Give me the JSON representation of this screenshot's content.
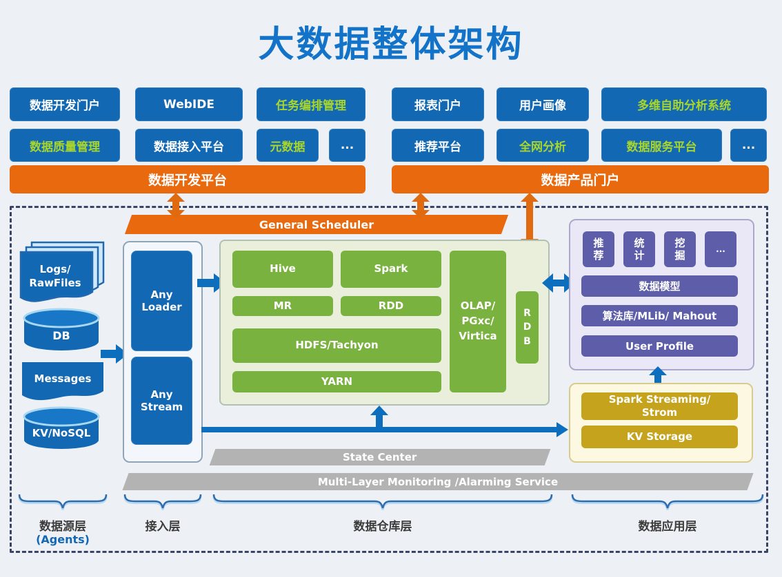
{
  "title": "大数据整体架构",
  "palette": {
    "title_blue": "#1273c8",
    "box_blue": "#1368b4",
    "accent_text_green": "#a8d62a",
    "orange": "#e8690e",
    "arrow_blue": "#0d6ebe",
    "warehouse_green": "#79b23f",
    "warehouse_bg": "#e9efda",
    "app_purple": "#5d5da9",
    "app_bg": "#eae8f6",
    "realtime_gold": "#c6a31d",
    "realtime_bg": "#fdf8e2",
    "service_gray": "#b3b3b3"
  },
  "dev_group": {
    "bar": "数据开发平台",
    "row1": [
      {
        "label": "数据开发门户"
      },
      {
        "label": "WebIDE"
      },
      {
        "label": "任务编排管理"
      }
    ],
    "row2": [
      {
        "label": "数据质量管理"
      },
      {
        "label": "数据接入平台"
      },
      {
        "label": "元数据"
      },
      {
        "label": "..."
      }
    ]
  },
  "product_group": {
    "bar": "数据产品门户",
    "row1": [
      {
        "label": "报表门户"
      },
      {
        "label": "用户画像"
      },
      {
        "label": "多维自助分析系统"
      }
    ],
    "row2": [
      {
        "label": "推荐平台"
      },
      {
        "label": "全网分析"
      },
      {
        "label": "数据服务平台"
      },
      {
        "label": "..."
      }
    ]
  },
  "scheduler": "General Scheduler",
  "sources": {
    "logs": "Logs/\nRawFiles",
    "db": "DB",
    "messages": "Messages",
    "kv": "KV/NoSQL"
  },
  "ingest": {
    "loader": "Any\nLoader",
    "stream": "Any\nStream"
  },
  "warehouse": {
    "hive": "Hive",
    "spark": "Spark",
    "mr": "MR",
    "rdd": "RDD",
    "hdfs": "HDFS/Tachyon",
    "yarn": "YARN",
    "olap": "OLAP/\nPGxc/\nVirtica",
    "rdb": "RDB"
  },
  "application": {
    "chips": [
      {
        "label": "推荐"
      },
      {
        "label": "统计"
      },
      {
        "label": "挖掘"
      },
      {
        "label": "..."
      }
    ],
    "model": "数据模型",
    "algo": "算法库/MLib/ Mahout",
    "profile": "User Profile",
    "streaming": "Spark Streaming/\nStrom",
    "kv_storage": "KV Storage"
  },
  "service_bars": {
    "state_center": "State Center",
    "monitoring": "Multi-Layer Monitoring /Alarming Service"
  },
  "layers": [
    {
      "label": "数据源层",
      "sub": "(Agents)"
    },
    {
      "label": "接入层"
    },
    {
      "label": "数据仓库层"
    },
    {
      "label": "数据应用层"
    }
  ]
}
